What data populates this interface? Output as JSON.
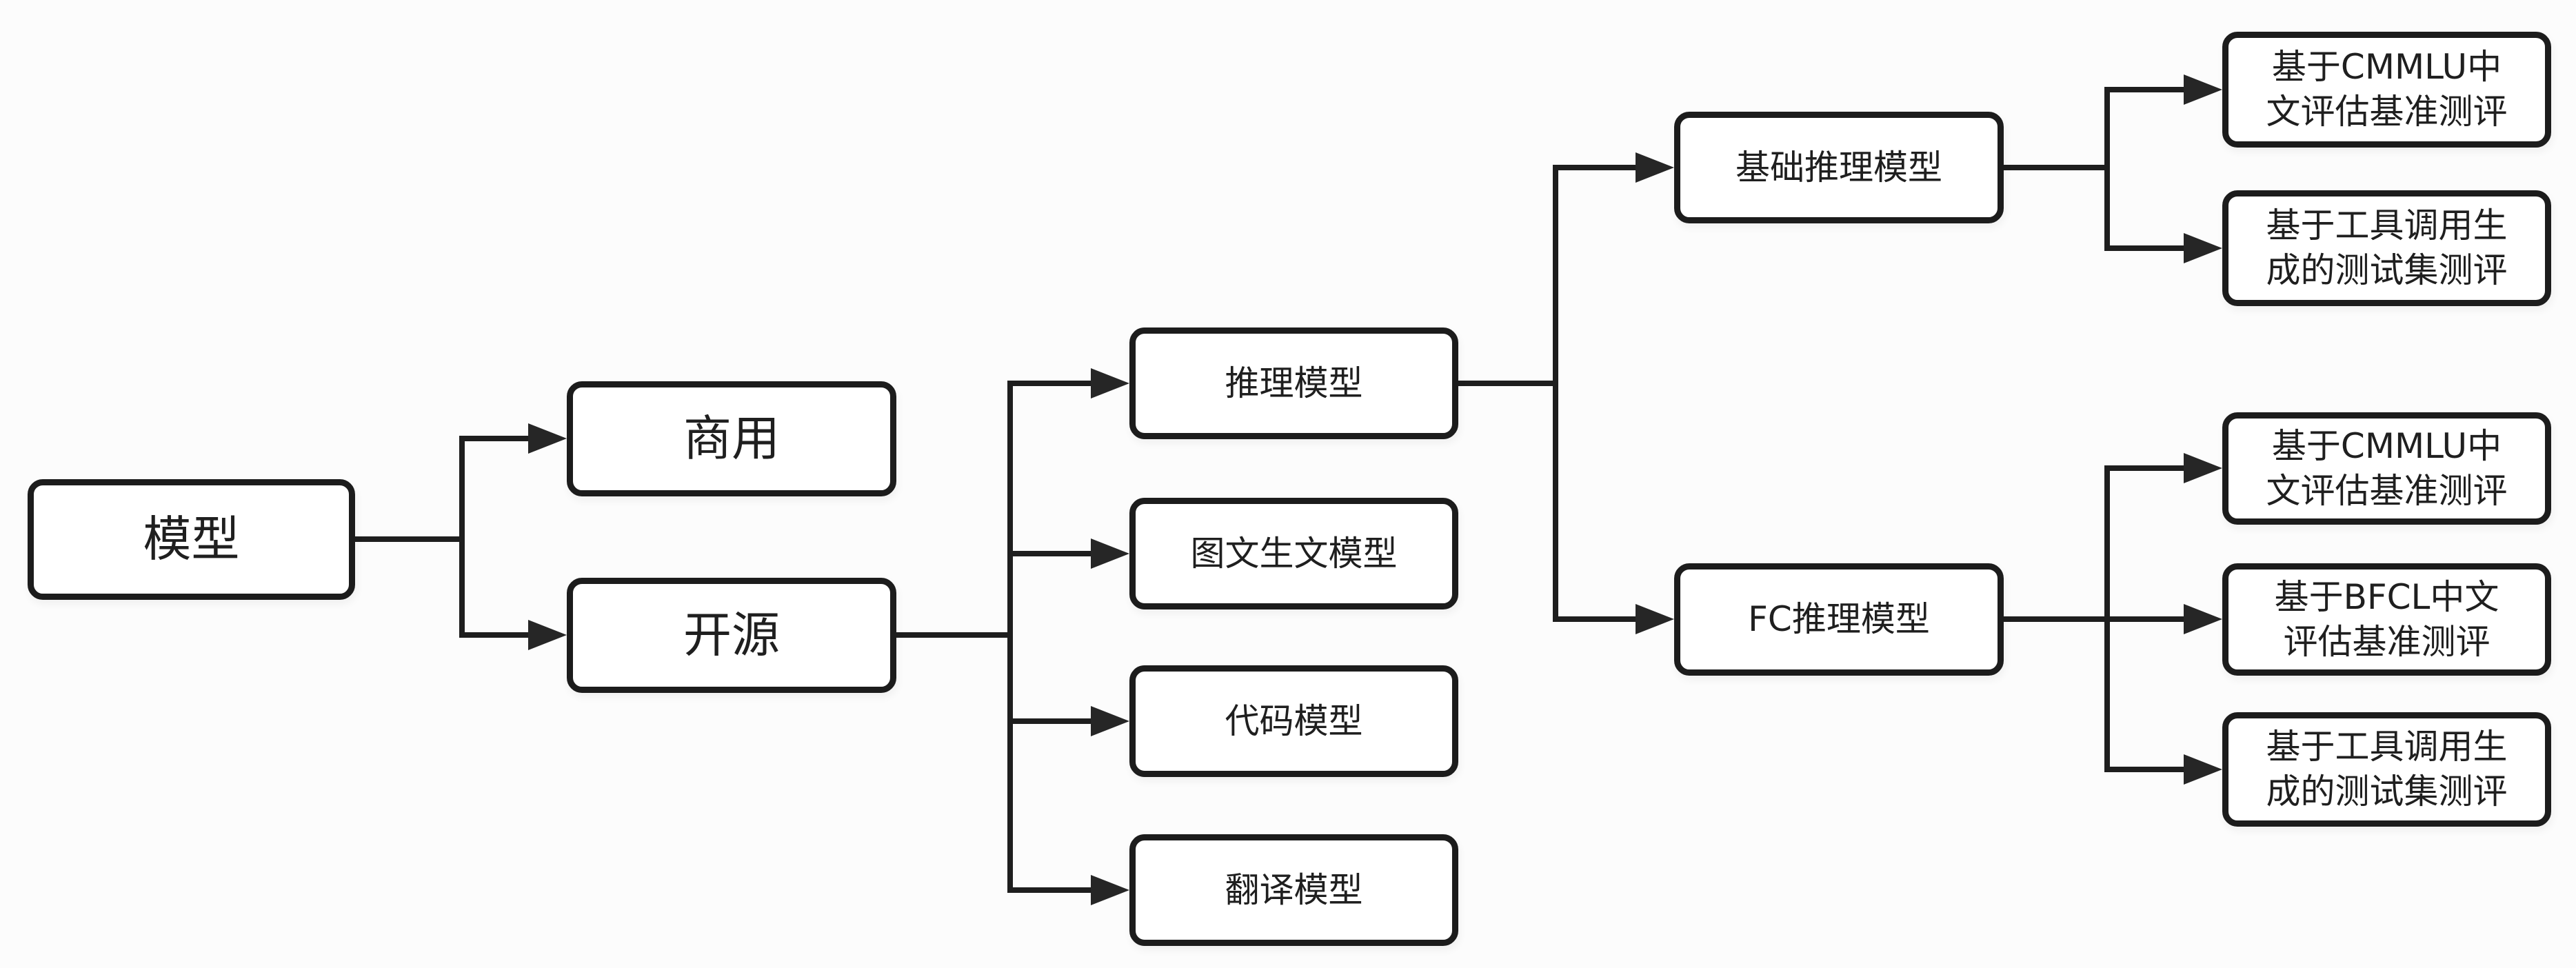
{
  "diagram": {
    "type": "flowchart",
    "direction": "left-to-right",
    "colors": {
      "background": "#fcfcfc",
      "node_fill": "#ffffff",
      "line": "#1e1e1e",
      "arrowhead": "#262626",
      "text": "#1f1f1f"
    },
    "nodes": {
      "model": {
        "label": "模型"
      },
      "commercial": {
        "label": "商用"
      },
      "open_source": {
        "label": "开源"
      },
      "reasoning_model": {
        "label": "推理模型"
      },
      "image_text_to_text_model": {
        "label": "图文生文模型"
      },
      "code_model": {
        "label": "代码模型"
      },
      "translation_model": {
        "label": "翻译模型"
      },
      "basic_reasoning_model": {
        "label": "基础推理模型"
      },
      "fc_reasoning_model": {
        "label": "FC推理模型"
      },
      "basic_cmmlu_eval": {
        "label": "基于CMMLU中\n文评估基准测评"
      },
      "basic_tool_call_eval": {
        "label": "基于工具调用生\n成的测试集测评"
      },
      "fc_cmmlu_eval": {
        "label": "基于CMMLU中\n文评估基准测评"
      },
      "fc_bfcl_eval": {
        "label": "基于BFCL中文\n评估基准测评"
      },
      "fc_tool_call_eval": {
        "label": "基于工具调用生\n成的测试集测评"
      }
    },
    "edges": [
      {
        "from": "model",
        "to": "commercial"
      },
      {
        "from": "model",
        "to": "open_source"
      },
      {
        "from": "open_source",
        "to": "reasoning_model"
      },
      {
        "from": "open_source",
        "to": "image_text_to_text_model"
      },
      {
        "from": "open_source",
        "to": "code_model"
      },
      {
        "from": "open_source",
        "to": "translation_model"
      },
      {
        "from": "reasoning_model",
        "to": "basic_reasoning_model"
      },
      {
        "from": "reasoning_model",
        "to": "fc_reasoning_model"
      },
      {
        "from": "basic_reasoning_model",
        "to": "basic_cmmlu_eval"
      },
      {
        "from": "basic_reasoning_model",
        "to": "basic_tool_call_eval"
      },
      {
        "from": "fc_reasoning_model",
        "to": "fc_cmmlu_eval"
      },
      {
        "from": "fc_reasoning_model",
        "to": "fc_bfcl_eval"
      },
      {
        "from": "fc_reasoning_model",
        "to": "fc_tool_call_eval"
      }
    ]
  }
}
